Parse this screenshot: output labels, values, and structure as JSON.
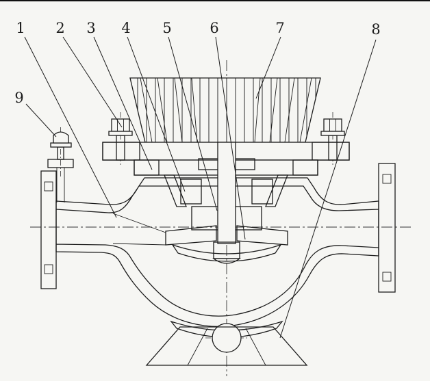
{
  "colors": {
    "paper": "#f6f6f3",
    "ink": "#1c1c1c"
  },
  "callouts": [
    {
      "label": "1"
    },
    {
      "label": "2"
    },
    {
      "label": "3"
    },
    {
      "label": "4"
    },
    {
      "label": "5"
    },
    {
      "label": "6"
    },
    {
      "label": "7"
    },
    {
      "label": "8"
    },
    {
      "label": "9"
    }
  ]
}
